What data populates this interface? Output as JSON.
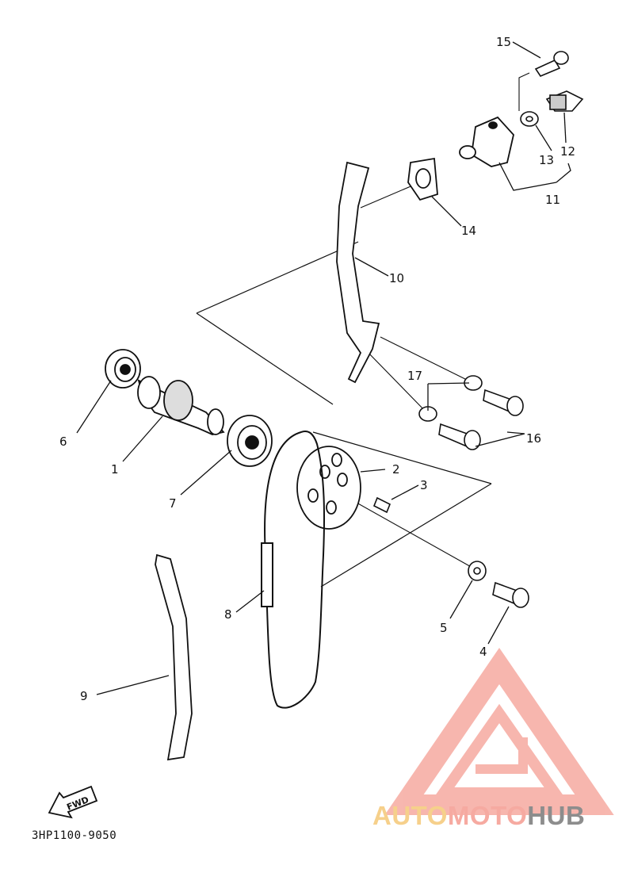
{
  "callouts": [
    "1",
    "2",
    "3",
    "4",
    "5",
    "6",
    "7",
    "8",
    "9",
    "10",
    "11",
    "12",
    "13",
    "14",
    "15",
    "16",
    "17"
  ],
  "fwd_label": "FWD",
  "diagram_code": "3HP1100-9050",
  "watermark": {
    "part1": "AUTO",
    "part2": "MOTO",
    "part3": "HUB"
  },
  "colors": {
    "line": "#111111",
    "watermark_red": "#f6aaa1",
    "watermark_orange": "#f6d08b",
    "watermark_gray": "#8d8d8d"
  }
}
